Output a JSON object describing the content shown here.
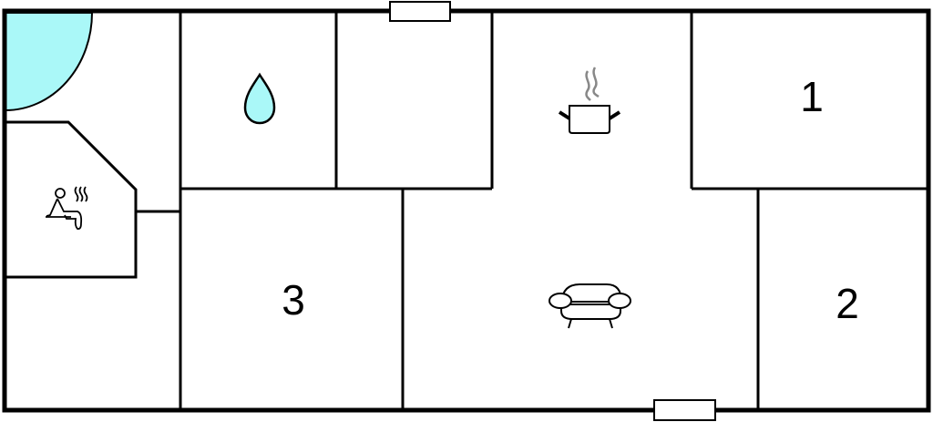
{
  "floor_plan": {
    "title": "",
    "colors": {
      "wall": "#000000",
      "background": "#ffffff",
      "water": "#aaf8f8",
      "steam": "#888888"
    },
    "rooms": [
      {
        "id": "bedroom-1",
        "label": "1"
      },
      {
        "id": "bedroom-2",
        "label": "2"
      },
      {
        "id": "bedroom-3",
        "label": "3"
      },
      {
        "id": "living-room",
        "label": "",
        "icon": "sofa-icon"
      },
      {
        "id": "kitchen",
        "label": "",
        "icon": "cooking-pot-icon"
      },
      {
        "id": "bathroom",
        "label": "",
        "icon": "water-drop-icon"
      },
      {
        "id": "sauna",
        "label": "",
        "icon": "sauna-icon"
      },
      {
        "id": "hot-tub-area",
        "label": "",
        "icon": "hot-tub-quarter-circle"
      },
      {
        "id": "utility-room",
        "label": ""
      },
      {
        "id": "entrance-hall",
        "label": ""
      }
    ],
    "windows": [
      {
        "id": "window-top",
        "position": "top wall"
      },
      {
        "id": "window-bottom",
        "position": "bottom wall"
      }
    ]
  }
}
